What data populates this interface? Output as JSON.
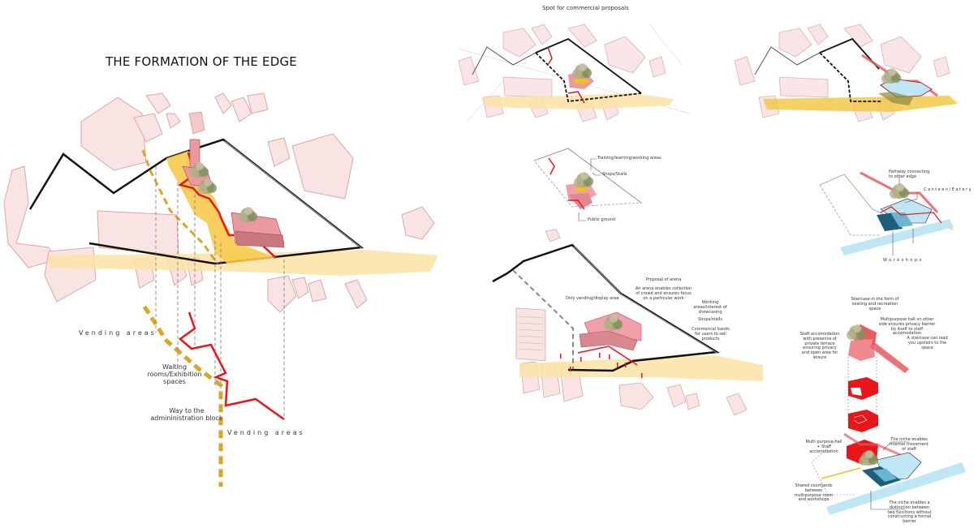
{
  "left_panel": {
    "title": "THE FORMATION OF THE EDGE",
    "labels": {
      "vending_areas_top": "Vending areas",
      "waiting_rooms": "Waiting rooms/Exhibition spaces",
      "way_to_admin": "Way to the admininistration block",
      "vending_areas_bottom": "Vending areas"
    }
  },
  "top_middle_panel": {
    "title": "Spot for commercial proposals"
  },
  "middle_small_panel": {
    "labels": {
      "training": "Training/learning/working areas",
      "shops": "Shops/Stalls",
      "public_ground": "Public ground"
    }
  },
  "middle_large_panel": {
    "labels": {
      "vending_display": "Only vending/display area",
      "proposal_title": "Proposal of arena",
      "proposal_text": "An arena enables collection of crowd and ensures focus on a particular work",
      "working_areas": "Working areas/interest of showcasing",
      "shops_stalls": "Shops/stalls",
      "commercial_bands": "Commercial bands for users to sell products"
    }
  },
  "right_top_panel": {
    "labels": {
      "pathway": "Pathway connecting to other edge",
      "canteen": "Canteen/Eatery",
      "workshops": "Workshops"
    }
  },
  "right_exploded_panel": {
    "labels": {
      "staircase": "Staircase in the form of seating and recreation space",
      "multipurpose_hall": "Multipurpose hall on other side ensures privacy barrier by itself to staff accomodation",
      "staff_accommodation": "Staff accomodation with presence of private terrace ensuring privacy and open area for leisure",
      "staircase_lead": "A staircase can lead you upstairs to the space"
    }
  },
  "right_bottom_panel": {
    "labels": {
      "multipurpose_staff": "Multi purpose-hall + Staff accomodation",
      "niche_internal": "The niche enables internal movement of staff",
      "shared_courtyards": "Shared courtyards between multipurpose room and workshops",
      "niche_distinction": "The niche enables a distinction between two functions without constructing a formal barrier"
    }
  },
  "colors": {
    "building_fill": "#f9e3e3",
    "building_stroke": "#d6aaaa",
    "street": "#fbe3a6",
    "edge_red": "#e8161b",
    "path_yellow": "#dba626",
    "zone_yellow": "#f7c94a",
    "site_black": "#111111",
    "water_blue": "#bfe6f5",
    "dark_blue": "#1f5e7a",
    "pink_block": "#e89aa0"
  }
}
